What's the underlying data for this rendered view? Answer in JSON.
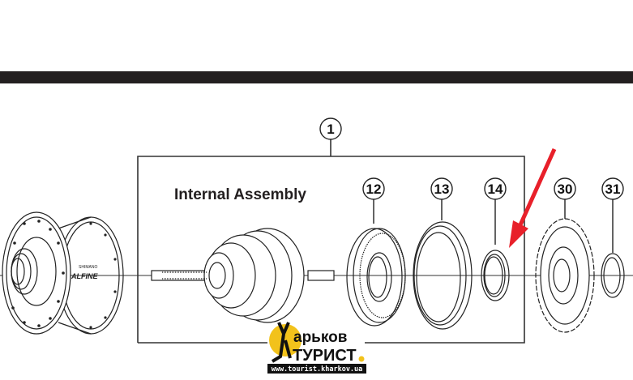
{
  "title": "Internal Assembly",
  "callouts": {
    "c1": "1",
    "c12": "12",
    "c13": "13",
    "c14": "14",
    "c30": "30",
    "c31": "31"
  },
  "hub_brand": {
    "maker": "SHIMANO",
    "model": "ALFINE"
  },
  "colors": {
    "arrow": "#e8202a",
    "bar": "#231f20",
    "logo_yellow": "#f2c21b"
  },
  "watermark": {
    "line1": "арьков",
    "line2": "ТУРИСТ",
    "url": "www.tourist.kharkov.ua"
  }
}
